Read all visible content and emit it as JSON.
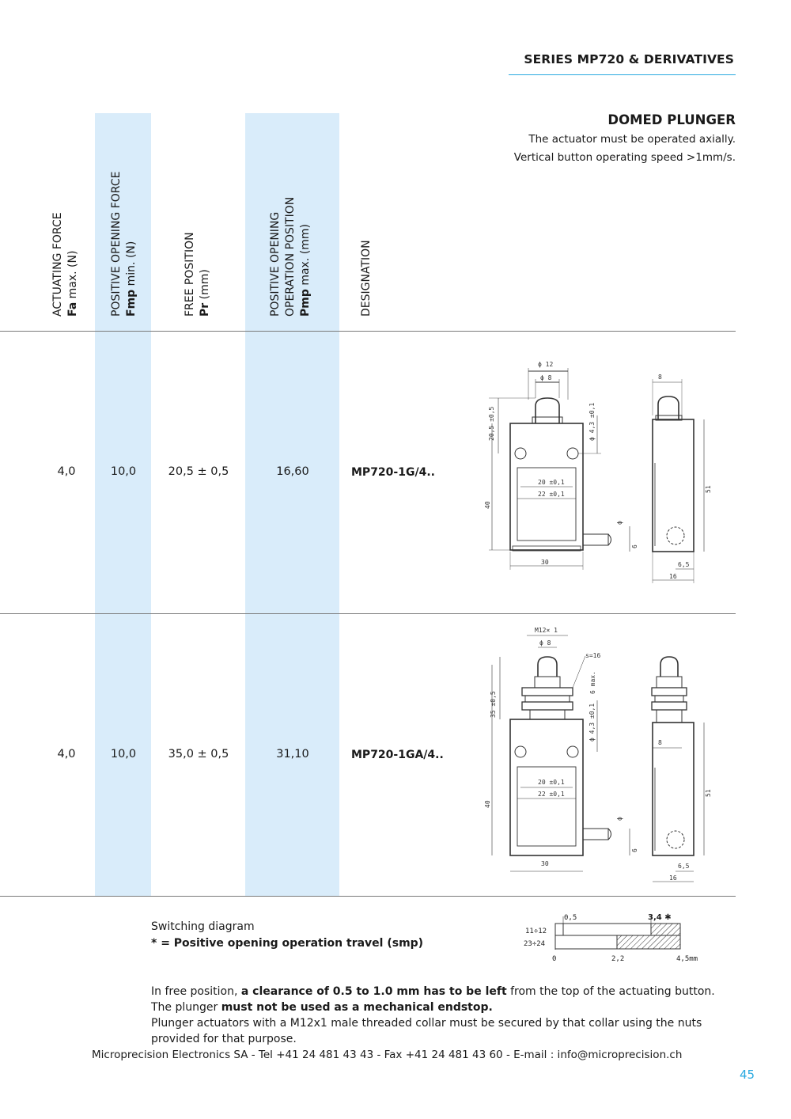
{
  "header": {
    "series_title": "SERIES MP720 & DERIVATIVES"
  },
  "section": {
    "title": "DOMED PLUNGER",
    "desc_line1": "The actuator must be operated axially.",
    "desc_line2": "Vertical button operating speed >1mm/s."
  },
  "columns": {
    "actuating_force": {
      "line1": "ACTUATING FORCE",
      "sym": "Fa",
      "rest": " max. (N)"
    },
    "positive_opening_force": {
      "line1": "POSITIVE OPENING FORCE",
      "sym": "Fmp",
      "rest": " min. (N)"
    },
    "free_position": {
      "line1": "FREE POSITION",
      "sym": "Pr",
      "rest": " (mm)"
    },
    "positive_opening_position": {
      "line1": "POSITIVE OPENING",
      "line2": "OPERATION POSITION",
      "sym": "Pmp",
      "rest": " max. (mm)"
    },
    "designation": {
      "line1": "DESIGNATION"
    }
  },
  "rows": [
    {
      "fa": "4,0",
      "fmp": "10,0",
      "pr": "20,5 ± 0,5",
      "pmp": "16,60",
      "designation": "MP720-1G/4.."
    },
    {
      "fa": "4,0",
      "fmp": "10,0",
      "pr": "35,0 ± 0,5",
      "pmp": "31,10",
      "designation": "MP720-1GA/4.."
    }
  ],
  "drawing1": {
    "d12": "ϕ 12",
    "d8": "ϕ 8",
    "width8": "8",
    "h205": "20,5 ±0,5",
    "d43": "ϕ 4,3 ±0,1",
    "dim20": "20 ±0,1",
    "dim22": "22 ±0,1",
    "h40": "40",
    "h51": "51",
    "phi": "ϕ",
    "six": "6",
    "w30": "30",
    "w65": "6,5",
    "w16": "16"
  },
  "drawing2": {
    "m12": "M12× 1",
    "d8": "ϕ 8",
    "s16": "s=16",
    "max6": "6 max.",
    "h35": "35 ±0,5",
    "d43": "ϕ 4,3 ±0,1",
    "width8": "8",
    "dim20": "20 ±0,1",
    "dim22": "22 ±0,1",
    "h40": "40",
    "h51": "51",
    "phi": "ϕ",
    "six": "6",
    "w30": "30",
    "w65": "6,5",
    "w16": "16"
  },
  "switching": {
    "label": "Switching diagram",
    "note": "* = Positive opening operation travel (smp)",
    "contact1": "11÷12",
    "contact2": "23÷24",
    "t05": "0,5",
    "t34": "3,4 ✱",
    "t0": "0",
    "t22": "2,2",
    "t45": "4,5mm"
  },
  "notes": {
    "l1_a": "In free position, ",
    "l1_b": "a clearance of 0.5 to 1.0 mm has to be left",
    "l1_c": " from the top of the actuating button.",
    "l2_a": "The plunger ",
    "l2_b": "must not be used as a mechanical endstop.",
    "l3": "Plunger actuators with a M12x1 male threaded collar must be secured by that collar using the nuts",
    "l4": "provided for that purpose."
  },
  "footer": {
    "contact": "Microprecision Electronics SA - Tel +41 24 481 43 43 - Fax +41 24 481 43 60 - E-mail : info@microprecision.ch",
    "page": "45"
  }
}
